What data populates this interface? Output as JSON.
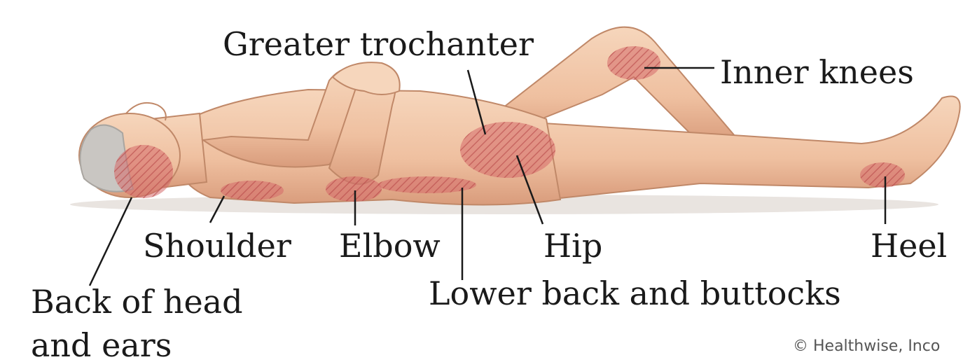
{
  "labels": {
    "greater_trochanter": "Greater trochanter",
    "inner_knees": "Inner knees",
    "shoulder": "Shoulder",
    "elbow": "Elbow",
    "hip": "Hip",
    "heel": "Heel",
    "back_of_head_line1": "Back of head",
    "back_of_head_line2": "and ears",
    "lower_back": "Lower back and buttocks"
  },
  "credit": "© Healthwise, Inco",
  "colors": {
    "skin": "#f2c8a8",
    "skin_shadow": "#d99c7c",
    "hair": "#c9c6c2",
    "pressure_area": "#d46a6a",
    "leader_line": "#1a1a1a"
  }
}
